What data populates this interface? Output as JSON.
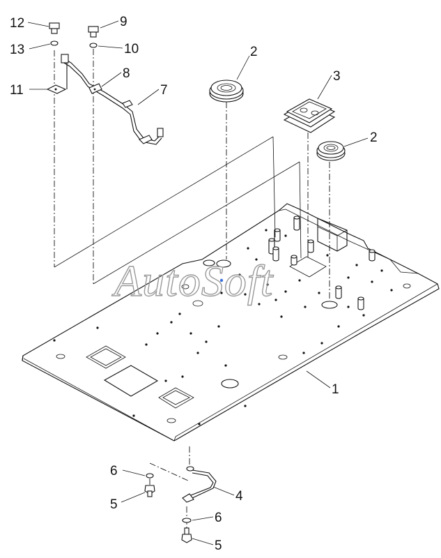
{
  "watermark": "AutoSoft",
  "callouts": [
    {
      "id": "c12",
      "label": "12"
    },
    {
      "id": "c9",
      "label": "9"
    },
    {
      "id": "c13",
      "label": "13"
    },
    {
      "id": "c10",
      "label": "10"
    },
    {
      "id": "c11",
      "label": "11"
    },
    {
      "id": "c8",
      "label": "8"
    },
    {
      "id": "c7",
      "label": "7"
    },
    {
      "id": "c2a",
      "label": "2"
    },
    {
      "id": "c3",
      "label": "3"
    },
    {
      "id": "c2b",
      "label": "2"
    },
    {
      "id": "c1",
      "label": "1"
    },
    {
      "id": "c6a",
      "label": "6"
    },
    {
      "id": "c5a",
      "label": "5"
    },
    {
      "id": "c4",
      "label": "4"
    },
    {
      "id": "c6b",
      "label": "6"
    },
    {
      "id": "c5b",
      "label": "5"
    }
  ]
}
